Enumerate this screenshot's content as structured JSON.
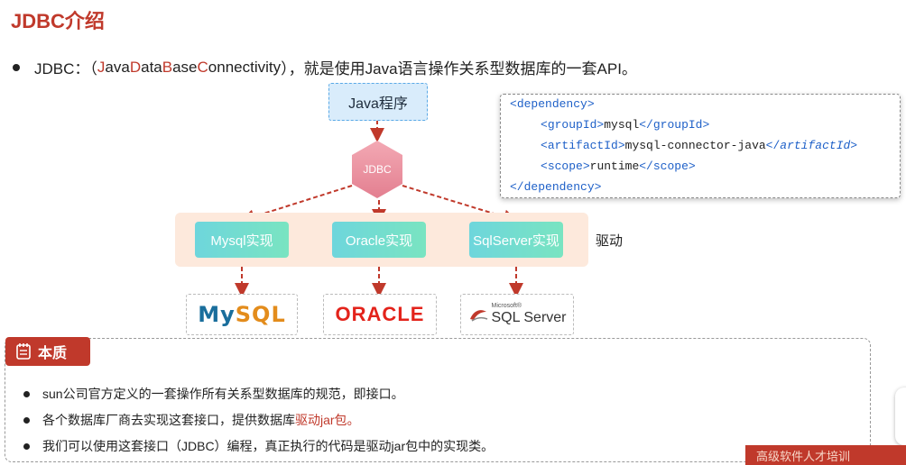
{
  "title": "JDBC介绍",
  "intro": {
    "prefix": "JDBC：（",
    "j": "J",
    "ava": "ava ",
    "d": "D",
    "ata": "ata",
    "b": "B",
    "ase": "ase ",
    "c": "C",
    "onnectivity": "onnectivity ",
    "suffix": "），就是使用Java语言操作关系型数据库的一套API。"
  },
  "diagram": {
    "java_program": "Java程序",
    "jdbc": "JDBC",
    "drivers": [
      "Mysql实现",
      "Oracle实现",
      "SqlServer实现"
    ],
    "drivers_label": "驱动",
    "logos": {
      "mysql": "MySQL",
      "oracle": "ORACLE",
      "sqlserver_ms": "Microsoft®",
      "sqlserver": "SQL Server"
    }
  },
  "code": {
    "dependency_open": "dependency",
    "group_tag": "groupId",
    "group_value": "mysql",
    "artifact_tag": "artifactId",
    "artifact_value": "mysql-connector-java",
    "scope_tag": "scope",
    "scope_value": "runtime",
    "dependency_close": "dependency"
  },
  "essence": {
    "tab_label": "本质",
    "items": [
      "sun公司官方定义的一套操作所有关系型数据库的规范，即接口。",
      "各个数据库厂商去实现这套接口，提供数据库",
      "我们可以使用这套接口（JDBC）编程，真正执行的代码是驱动jar包中的实现类。"
    ],
    "item2_highlight": "驱动jar包。"
  },
  "corner_banner": "高级软件人才培训",
  "colors": {
    "accent_red": "#c0392b",
    "code_tag_blue": "#1e60c8",
    "driver_teal": "#6ed6dc",
    "arrow_red": "#c0392b",
    "oracle_red": "#e3231b"
  }
}
